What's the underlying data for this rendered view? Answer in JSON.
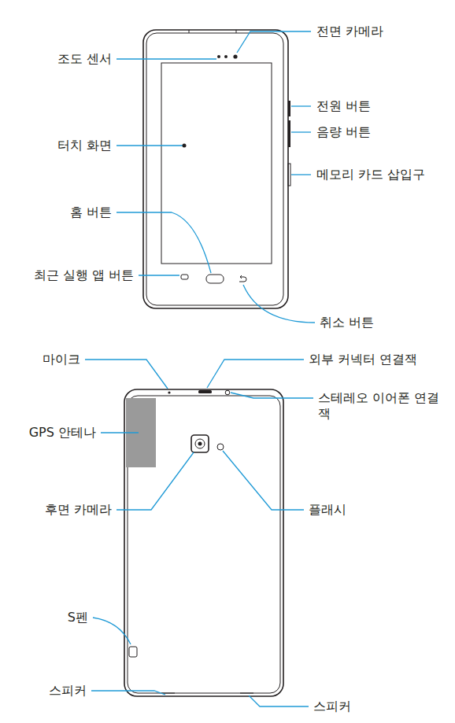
{
  "diagram": {
    "labels": [
      "전면 카메라",
      "조도 센서",
      "전원 버튼",
      "음량 버튼",
      "터치 화면",
      "메모리 카드 삽입구",
      "홈 버튼",
      "최근 실행 앱 버튼",
      "취소 버튼",
      "마이크",
      "외부 커넥터 연결잭",
      "스테레오 이어폰 연결잭",
      "GPS 안테나",
      "후면 카메라",
      "플래시",
      "S펜",
      "스피커",
      "스피커"
    ]
  }
}
